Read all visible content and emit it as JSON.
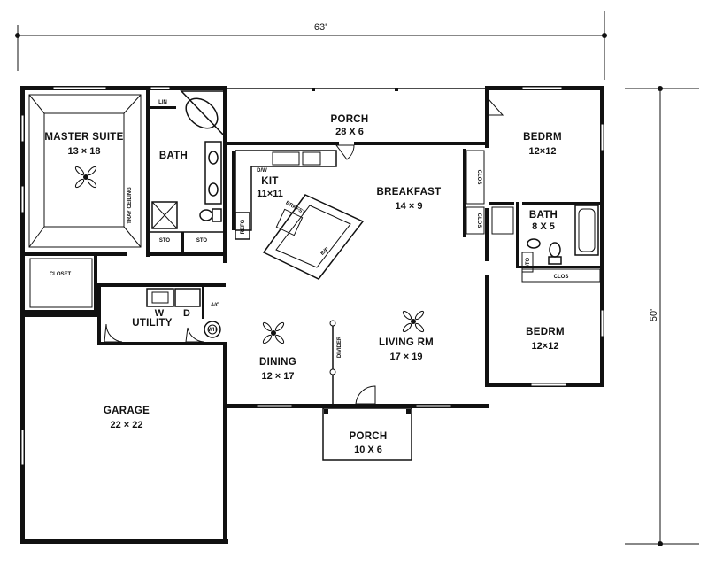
{
  "dimensions": {
    "width": "63'",
    "depth": "50'"
  },
  "rooms": {
    "master_suite": {
      "name": "MASTER SUITE",
      "size": "13 × 18"
    },
    "tray_ceiling": "TRAY CEILING",
    "master_bath": "BATH",
    "lin": "LIN",
    "sto_1": "STO",
    "sto_2": "STO",
    "closet": "CLOSET",
    "rear_porch": {
      "name": "PORCH",
      "size": "28 X 6"
    },
    "kitchen": {
      "name": "KIT",
      "size": "11×11"
    },
    "dw": "D/W",
    "refg": "REFG",
    "brkfst_bar": "BRKFST",
    "bar": "B/P",
    "breakfast": {
      "name": "BREAKFAST",
      "size": "14 × 9"
    },
    "bedroom_1": {
      "name": "BEDRM",
      "size": "12×12"
    },
    "clos_1": "CLOS",
    "clos_2": "CLOS",
    "bath_2": {
      "name": "BATH",
      "size": "8 X 5"
    },
    "sto_3": "STO",
    "clos_3": "CLOS",
    "bedroom_2": {
      "name": "BEDRM",
      "size": "12×12"
    },
    "utility": {
      "name": "UTILITY",
      "w": "W",
      "d": "D",
      "ac": "A/C",
      "wh": "WH"
    },
    "dining": {
      "name": "DINING",
      "size": "12 × 17"
    },
    "divider": "DIVIDER",
    "living": {
      "name": "LIVING RM",
      "size": "17 × 19"
    },
    "garage": {
      "name": "GARAGE",
      "size": "22 × 22"
    },
    "front_porch": {
      "name": "PORCH",
      "size": "10 X 6"
    }
  }
}
